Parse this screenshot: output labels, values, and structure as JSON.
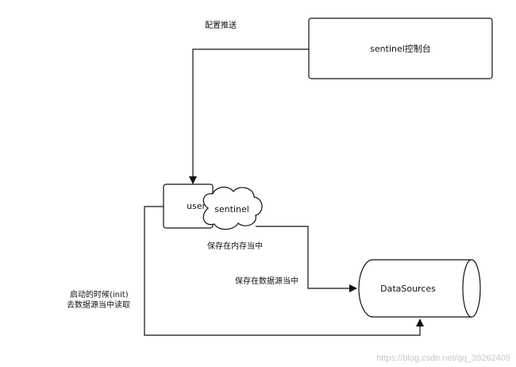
{
  "nodes": {
    "console": "sentinel控制台",
    "user": "user",
    "sentinel": "sentinel",
    "datasources": "DataSources"
  },
  "edges": {
    "push": "配置推送",
    "save_memory": "保存在内存当中",
    "save_datasource": "保存在数据源当中",
    "init_line1": "启动的时候(init)",
    "init_line2": "去数据源当中读取"
  },
  "watermark": "https://blog.csdn.net/qq_39262405"
}
